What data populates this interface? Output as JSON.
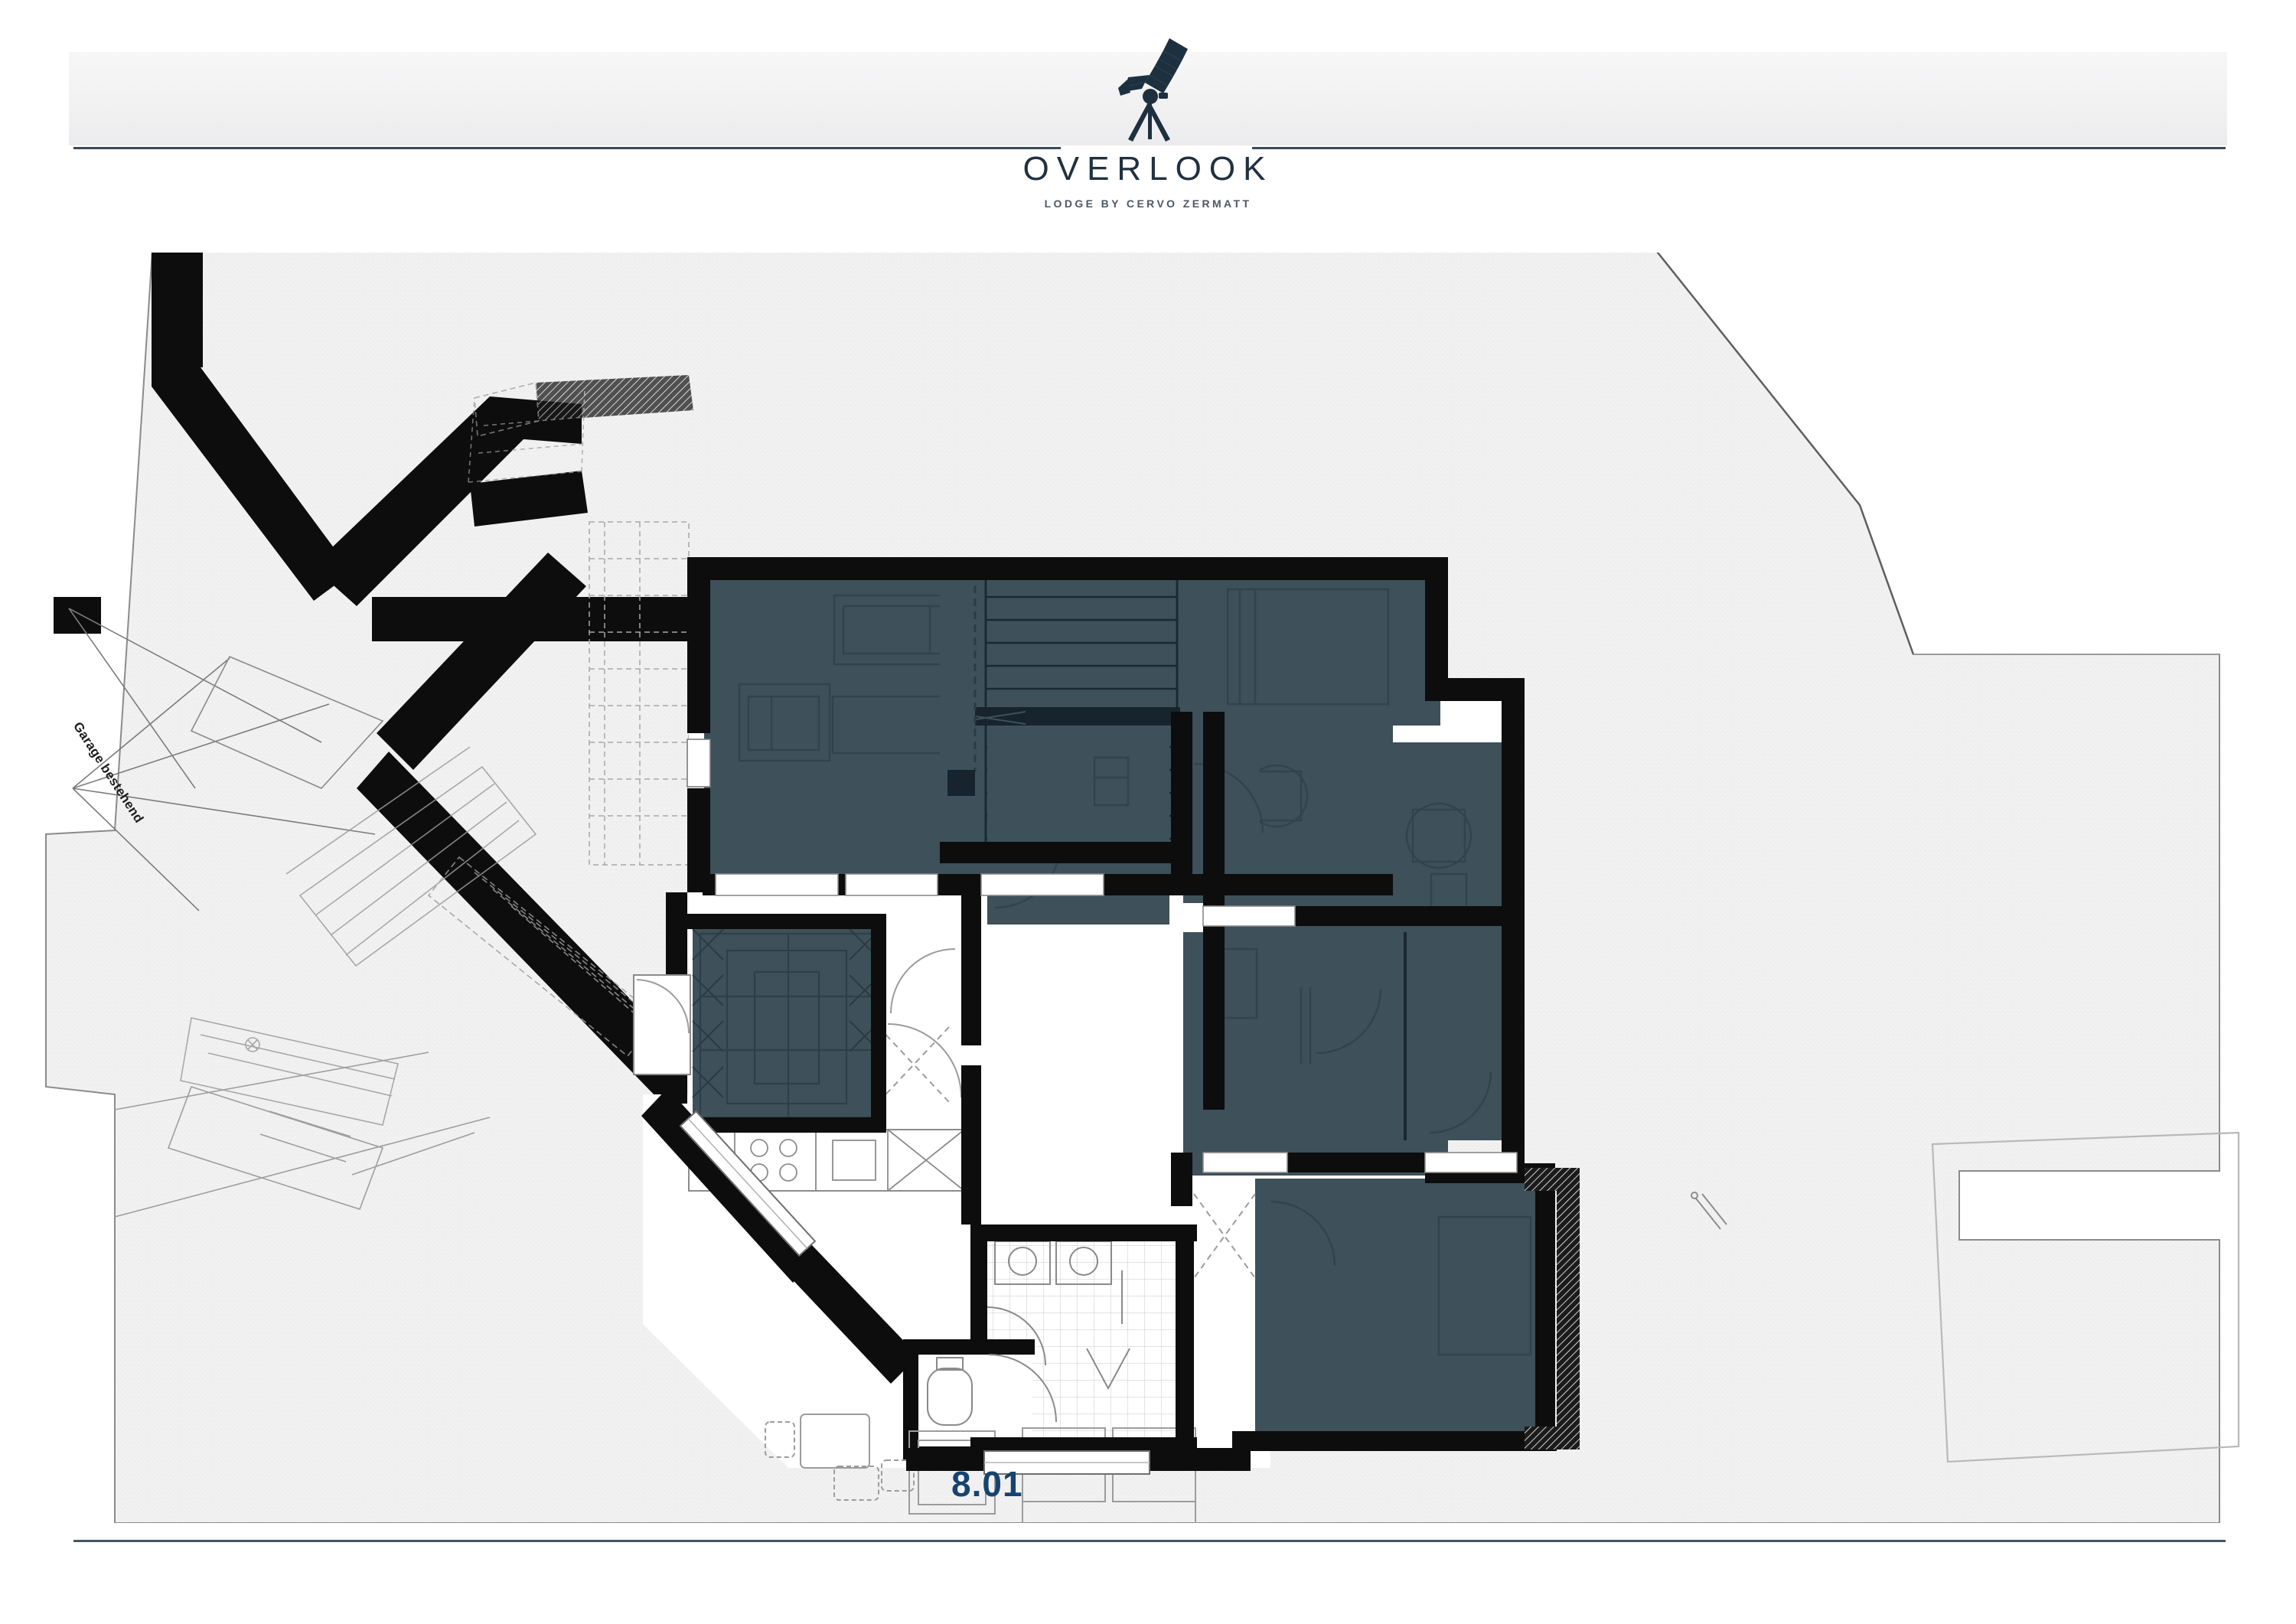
{
  "document": {
    "title": "OVERLOOK",
    "subtitle": "LODGE BY CERVO ZERMATT",
    "logo_icon": "telescope-icon"
  },
  "plan": {
    "unit_label": "8.01",
    "unit_label_color": "#17436f",
    "annotations": [
      {
        "text": "Garage bestehend",
        "rotation_deg": 57
      }
    ],
    "colors": {
      "wall_black": "#0d0d0d",
      "room_fill_dark": "#3e5059",
      "room_fill_dark_edge": "#1b2832",
      "unit_fill_white": "#ffffff",
      "site_fill": "#f0f0f1",
      "site_outline": "#6e6e6e",
      "rule": "#3c4a57",
      "header_band": "#f1f1f2"
    },
    "legend": {
      "highlighted_unit_fill": "white",
      "other_units_fill": "dark slate"
    },
    "fixtures": [
      "sofa",
      "armchair",
      "armchair",
      "coffee-table",
      "staircase-upper",
      "staircase-lower",
      "kitchen-counter",
      "kitchen-island",
      "stove-burners",
      "sink",
      "double-washbasin",
      "shower",
      "toilet",
      "bathtub",
      "bed-double",
      "bed-single",
      "nightstand",
      "wardrobe",
      "dining-table",
      "dining-chairs",
      "balcony",
      "round-table"
    ]
  }
}
